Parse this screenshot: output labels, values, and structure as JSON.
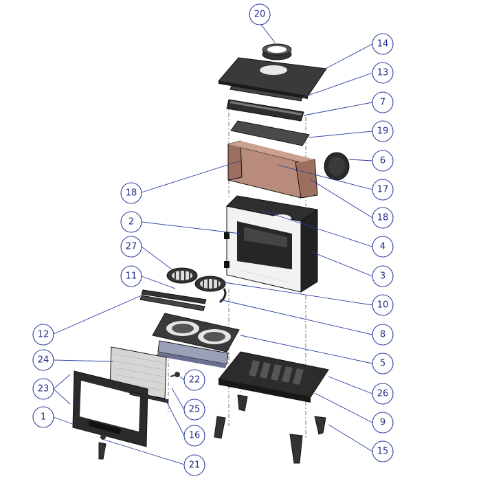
{
  "diagram": {
    "callouts": [
      {
        "id": "c20",
        "label": "20"
      },
      {
        "id": "c14",
        "label": "14"
      },
      {
        "id": "c13",
        "label": "13"
      },
      {
        "id": "c7",
        "label": "7"
      },
      {
        "id": "c19",
        "label": "19"
      },
      {
        "id": "c6",
        "label": "6"
      },
      {
        "id": "c18a",
        "label": "18"
      },
      {
        "id": "c17",
        "label": "17"
      },
      {
        "id": "c18b",
        "label": "18"
      },
      {
        "id": "c2",
        "label": "2"
      },
      {
        "id": "c4",
        "label": "4"
      },
      {
        "id": "c27",
        "label": "27"
      },
      {
        "id": "c3",
        "label": "3"
      },
      {
        "id": "c11",
        "label": "11"
      },
      {
        "id": "c10",
        "label": "10"
      },
      {
        "id": "c12",
        "label": "12"
      },
      {
        "id": "c8",
        "label": "8"
      },
      {
        "id": "c5",
        "label": "5"
      },
      {
        "id": "c24",
        "label": "24"
      },
      {
        "id": "c22",
        "label": "22"
      },
      {
        "id": "c23",
        "label": "23"
      },
      {
        "id": "c26",
        "label": "26"
      },
      {
        "id": "c25",
        "label": "25"
      },
      {
        "id": "c1",
        "label": "1"
      },
      {
        "id": "c9",
        "label": "9"
      },
      {
        "id": "c16",
        "label": "16"
      },
      {
        "id": "c15",
        "label": "15"
      },
      {
        "id": "c21",
        "label": "21"
      }
    ]
  }
}
